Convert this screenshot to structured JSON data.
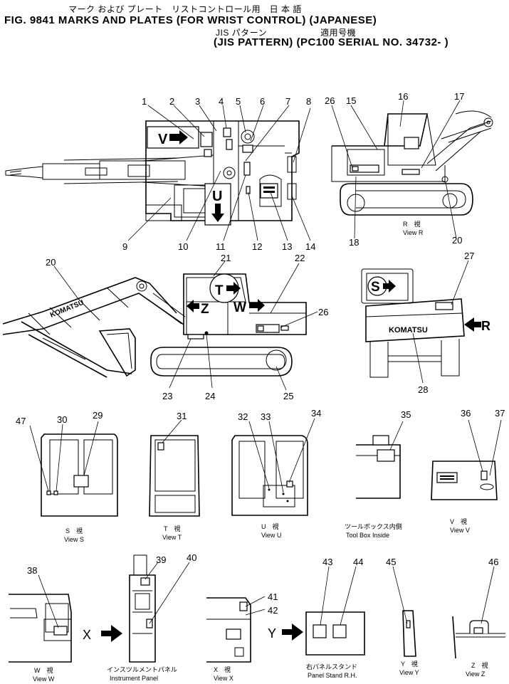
{
  "header": {
    "jp_line1": "マーク および プレート　リストコントロール用　日 本 語",
    "fig_line": "FIG. 9841  MARKS AND PLATES (FOR WRIST CONTROL) (JAPANESE)",
    "jp_line2": "JIS パターン　　　　　　適用号機",
    "en_line2": "(JIS PATTERN) (PC100 SERIAL NO. 34732- )"
  },
  "callouts": {
    "n1": "1",
    "n2": "2",
    "n3": "3",
    "n4": "4",
    "n5": "5",
    "n6": "6",
    "n7": "7",
    "n8": "8",
    "n9": "9",
    "n10": "10",
    "n11": "11",
    "n12": "12",
    "n13": "13",
    "n14": "14",
    "n15": "15",
    "n16": "16",
    "n17": "17",
    "n18": "18",
    "n20a": "20",
    "n20b": "20",
    "n21": "21",
    "n22": "22",
    "n23": "23",
    "n24": "24",
    "n25": "25",
    "n26a": "26",
    "n26b": "26",
    "n27": "27",
    "n28": "28",
    "n29": "29",
    "n30": "30",
    "n31": "31",
    "n32": "32",
    "n33": "33",
    "n34": "34",
    "n35": "35",
    "n36": "36",
    "n37": "37",
    "n38": "38",
    "n39": "39",
    "n40": "40",
    "n41": "41",
    "n42": "42",
    "n43": "43",
    "n44": "44",
    "n45": "45",
    "n46": "46",
    "n47": "47"
  },
  "arrows": {
    "v": "V",
    "u": "U",
    "t": "T",
    "w": "W",
    "z": "Z",
    "s": "S",
    "r": "R",
    "x": "X",
    "y": "Y"
  },
  "brand": "KOMATSU",
  "views": {
    "r_jp": "R　視",
    "r_en": "View R",
    "s_jp": "S　視",
    "s_en": "View S",
    "t_jp": "T　視",
    "t_en": "View T",
    "u_jp": "U　視",
    "u_en": "View U",
    "tb_jp": "ツールボックス内側",
    "tb_en": "Tool Box Inside",
    "v_jp": "V　視",
    "v_en": "View V",
    "w_jp": "W　視",
    "w_en": "View W",
    "ip_jp": "インスツルメントパネル",
    "ip_en": "Instrument Panel",
    "x_jp": "X　視",
    "x_en": "View X",
    "ps_jp": "右パネルスタンド",
    "ps_en": "Panel Stand R.H.",
    "y_jp": "Y　視",
    "y_en": "View Y",
    "z_jp": "Z　視",
    "z_en": "View Z"
  }
}
